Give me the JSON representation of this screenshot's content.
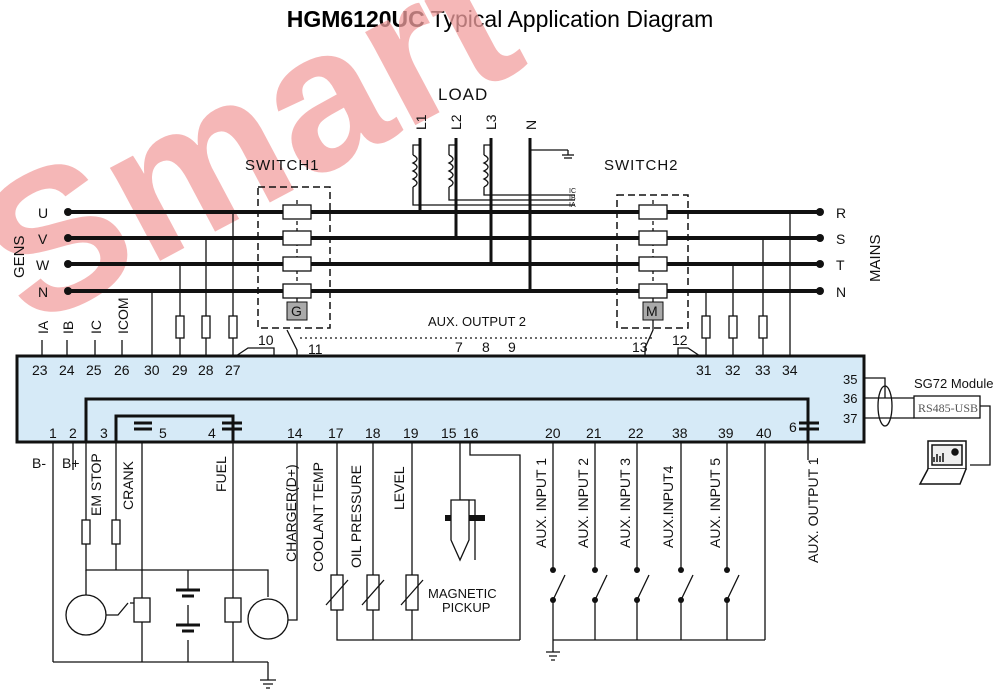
{
  "title": {
    "model": "HGM6120UC",
    "rest": " Typical Application Diagram"
  },
  "watermark": "Smart",
  "colors": {
    "controller_fill": "#d6eaf7",
    "watermark": "#f2a0a0"
  },
  "load": {
    "label": "LOAD",
    "lines": [
      "L1",
      "L2",
      "L3",
      "N"
    ],
    "ct_labels": [
      "IC",
      "IB",
      "IA"
    ]
  },
  "switches": {
    "switch1": "SWITCH1",
    "switch2": "SWITCH2",
    "gen_coil": "G",
    "mains_coil": "M",
    "aux_output2": "AUX. OUTPUT 2"
  },
  "gens": {
    "label": "GENS",
    "phases": [
      "U",
      "V",
      "W",
      "N"
    ]
  },
  "mains": {
    "label": "MAINS",
    "phases": [
      "R",
      "S",
      "T",
      "N"
    ]
  },
  "top_labels": [
    "IA",
    "IB",
    "IC",
    "ICOM"
  ],
  "top_terminals": [
    "23",
    "24",
    "25",
    "26",
    "30",
    "29",
    "28",
    "27",
    "31",
    "32",
    "33",
    "34"
  ],
  "relay_terminals": [
    "10",
    "11",
    "7",
    "8",
    "9",
    "13",
    "12"
  ],
  "comm_terminals": [
    "35",
    "36",
    "37"
  ],
  "bottom_terminals": [
    "1",
    "2",
    "3",
    "5",
    "4",
    "14",
    "17",
    "18",
    "19",
    "15",
    "16",
    "20",
    "21",
    "22",
    "38",
    "39",
    "40",
    "6"
  ],
  "bottom_labels": {
    "bminus": "B-",
    "bplus": "B+",
    "em_stop": "EM STOP",
    "crank": "CRANK",
    "fuel": "FUEL",
    "charger": "CHARGER(D+)",
    "coolant": "COOLANT TEMP",
    "oil": "OIL PRESSURE",
    "level": "LEVEL",
    "pickup1": "MAGNETIC",
    "pickup2": "PICKUP",
    "aux_inputs": [
      "AUX. INPUT 1",
      "AUX. INPUT 2",
      "AUX. INPUT 3",
      "AUX.INPUT4",
      "AUX. INPUT 5"
    ],
    "aux_output1": "AUX. OUTPUT 1"
  },
  "sg72": {
    "label": "SG72 Module",
    "box": "RS485-USB"
  }
}
